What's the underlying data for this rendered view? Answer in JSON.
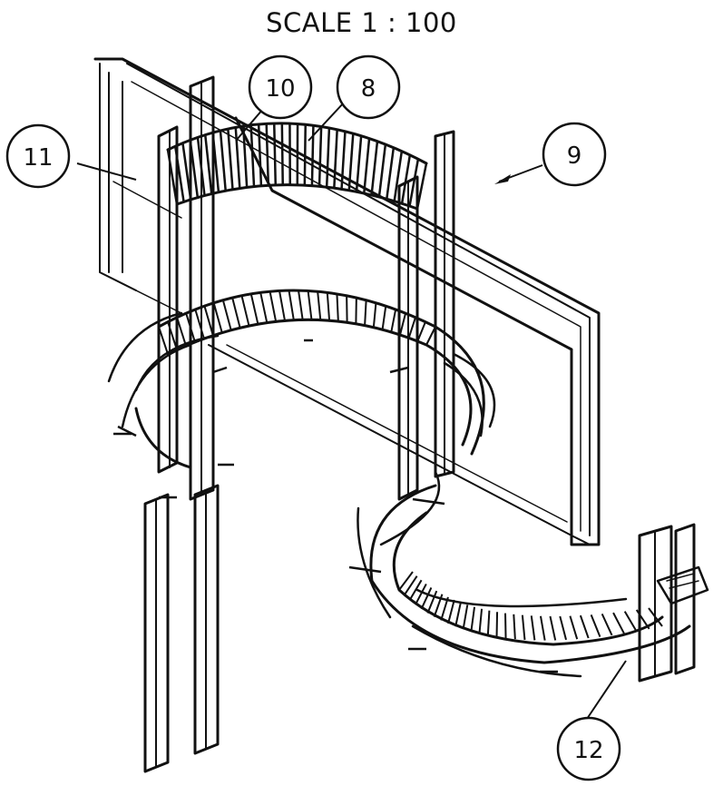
{
  "title": "SCALE 1 : 100",
  "balloons": [
    {
      "id": "b10",
      "label": "10"
    },
    {
      "id": "b8",
      "label": "8"
    },
    {
      "id": "b11",
      "label": "11"
    },
    {
      "id": "b9",
      "label": "9"
    },
    {
      "id": "b12",
      "label": "12"
    }
  ]
}
